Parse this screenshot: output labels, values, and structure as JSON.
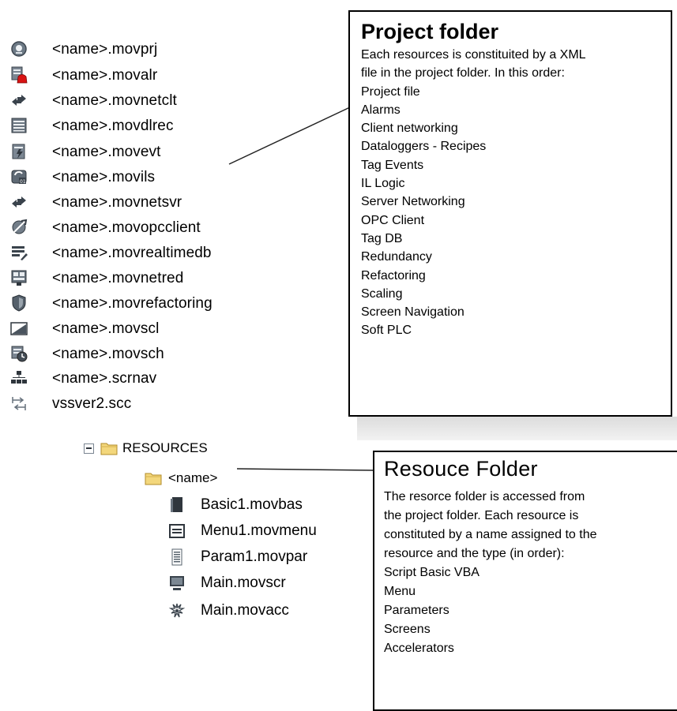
{
  "project_files": [
    {
      "icon": "project-prj-icon",
      "name": "<name>.movprj"
    },
    {
      "icon": "alarm-bell-icon",
      "name": "<name>.movalr"
    },
    {
      "icon": "network-arrows-icon",
      "name": "<name>.movnetclt"
    },
    {
      "icon": "datalogger-icon",
      "name": "<name>.movdlrec"
    },
    {
      "icon": "event-icon",
      "name": "<name>.movevt"
    },
    {
      "icon": "il-logic-icon",
      "name": "<name>.movils"
    },
    {
      "icon": "network-arrows-icon",
      "name": "<name>.movnetsvr"
    },
    {
      "icon": "opc-client-icon",
      "name": "<name>.movopcclient"
    },
    {
      "icon": "tag-db-icon",
      "name": "<name>.movrealtimedb"
    },
    {
      "icon": "redundancy-icon",
      "name": "<name>.movnetred"
    },
    {
      "icon": "shield-icon",
      "name": "<name>.movrefactoring"
    },
    {
      "icon": "scaling-icon",
      "name": "<name>.movscl"
    },
    {
      "icon": "scheduler-icon",
      "name": "<name>.movsch"
    },
    {
      "icon": "screen-navigation-icon",
      "name": "<name>.scrnav"
    },
    {
      "icon": "source-control-icon",
      "name": "vssver2.scc"
    }
  ],
  "tree": {
    "root": "RESOURCES",
    "sub": "<name>",
    "files": [
      {
        "icon": "script-basic-icon",
        "name": "Basic1.movbas"
      },
      {
        "icon": "menu-icon",
        "name": "Menu1.movmenu"
      },
      {
        "icon": "parameters-icon",
        "name": "Param1.movpar"
      },
      {
        "icon": "screen-monitor-icon",
        "name": "Main.movscr"
      },
      {
        "icon": "accelerator-icon",
        "name": "Main.movacc"
      }
    ]
  },
  "project_callout": {
    "title": "Project folder",
    "lines": [
      "Each resources is constituited by a XML",
      "file in the project folder. In this order:",
      "Project file",
      "Alarms",
      "Client networking",
      "Dataloggers - Recipes",
      "Tag Events",
      "IL Logic",
      "Server Networking",
      "OPC Client",
      "Tag DB",
      "Redundancy",
      "Refactoring",
      "Scaling",
      "Screen Navigation",
      "Soft PLC"
    ]
  },
  "resource_callout": {
    "title": "Resouce Folder",
    "lines": [
      "The resorce folder is accessed from",
      "the project folder. Each resource is",
      "constituted by a name assigned to the",
      "resource and the type (in order):",
      "Script Basic VBA",
      "Menu",
      "Parameters",
      "Screens",
      "Accelerators"
    ]
  }
}
